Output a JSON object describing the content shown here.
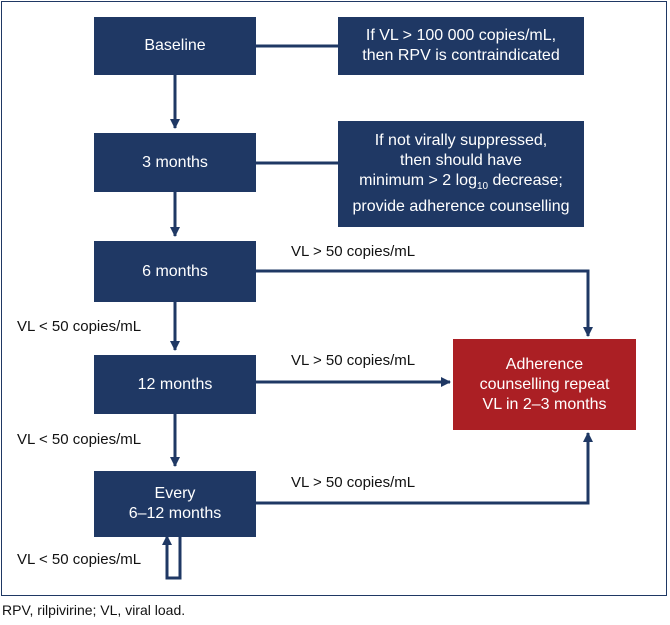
{
  "colors": {
    "navy": "#1f3864",
    "red": "#ab1f24"
  },
  "flow": {
    "baseline": "Baseline",
    "m3": "3 months",
    "m6": "6 months",
    "m12": "12 months",
    "every": [
      "Every",
      "6–12 months"
    ]
  },
  "notes": {
    "baseline": [
      "If VL > 100 000 copies/mL,",
      "then RPV is contraindicated"
    ],
    "m3": {
      "line1": "If not virally suppressed,",
      "line2": "then should have",
      "line3_pre": "minimum > 2 log",
      "line3_sub": "10",
      "line3_post": " decrease;",
      "line4": "provide adherence counselling"
    }
  },
  "outcome": [
    "Adherence",
    "counselling repeat",
    "VL in 2–3 months"
  ],
  "labels": {
    "high_6": "VL > 50 copies/mL",
    "high_12": "VL > 50 copies/mL",
    "high_every": "VL > 50 copies/mL",
    "low_6": "VL < 50 copies/mL",
    "low_12": "VL < 50 copies/mL",
    "low_loop": "VL < 50 copies/mL"
  },
  "caption": "RPV, rilpivirine; VL, viral load."
}
